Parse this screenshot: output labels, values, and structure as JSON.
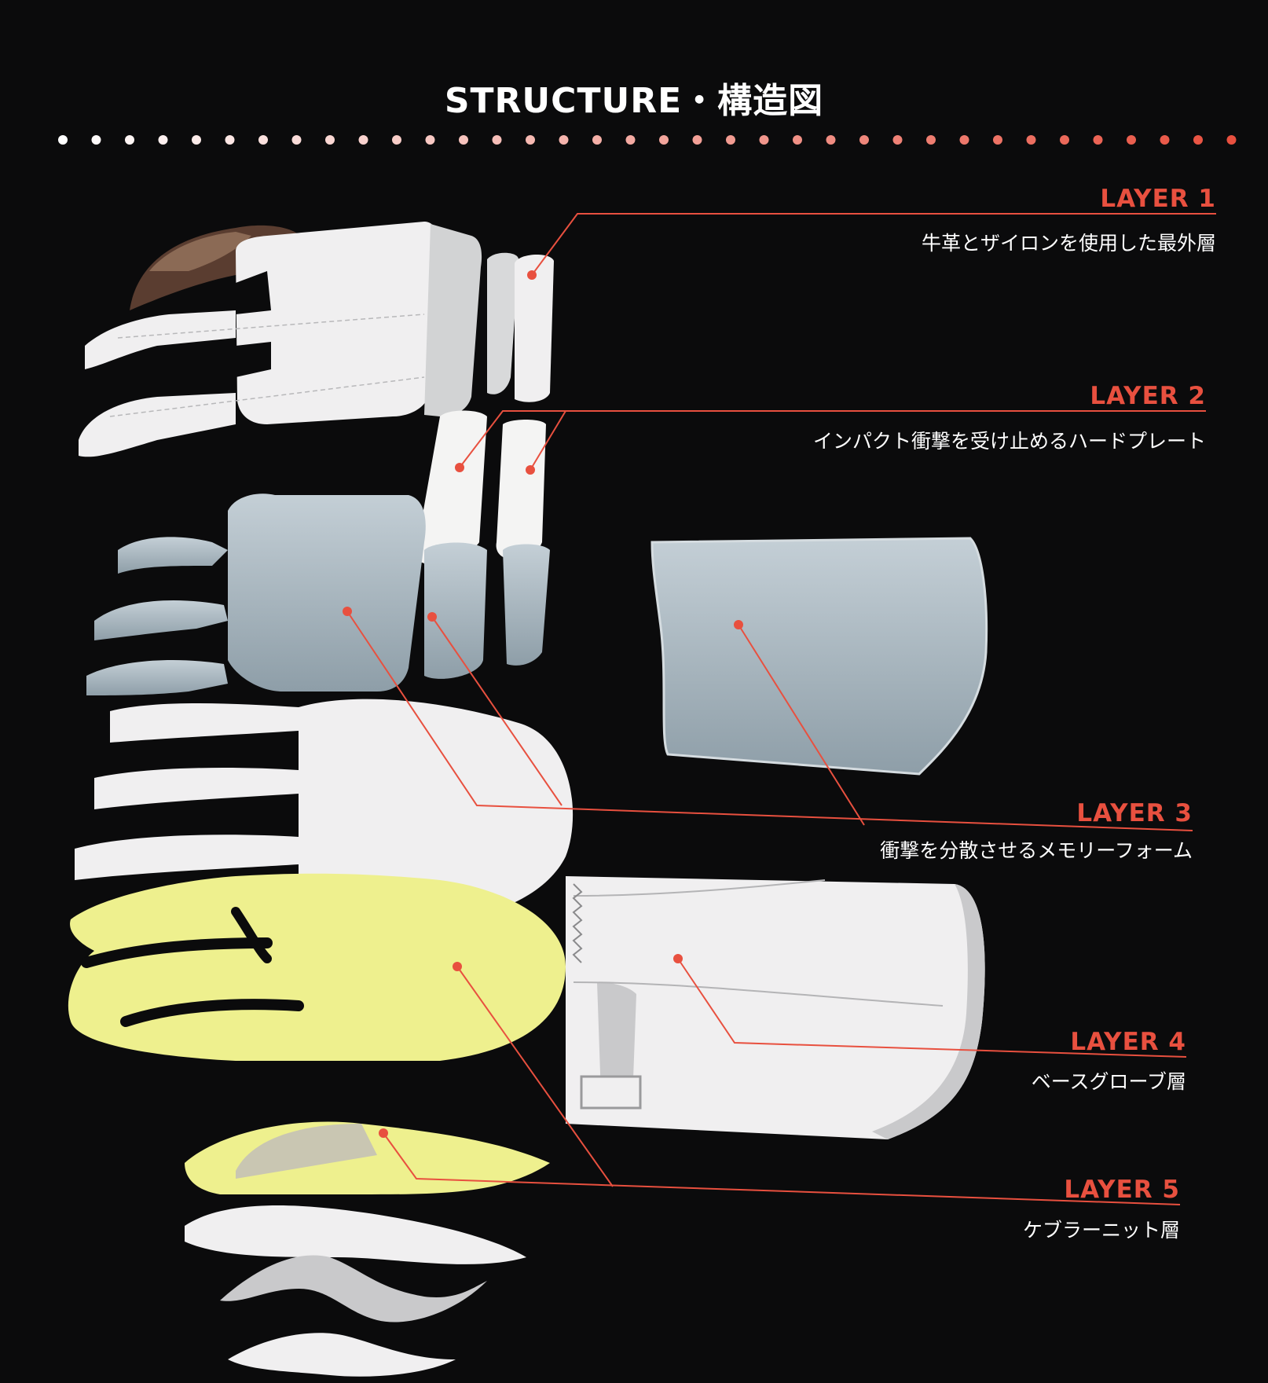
{
  "title": "STRUCTURE・構造図",
  "colors": {
    "background": "#0b0b0c",
    "accent": "#e8503f",
    "leather": "#f0eff0",
    "plate": "#f4f4f3",
    "foam": "#aab7c0",
    "kevlar": "#eef08e",
    "leather_dark": "#6a4a3a"
  },
  "layers": [
    {
      "label": "LAYER 1",
      "description": "牛革とザイロンを使用した最外層"
    },
    {
      "label": "LAYER 2",
      "description": "インパクト衝撃を受け止めるハードプレート"
    },
    {
      "label": "LAYER 3",
      "description": "衝撃を分散させるメモリーフォーム"
    },
    {
      "label": "LAYER 4",
      "description": "ベースグローブ層"
    },
    {
      "label": "LAYER 5",
      "description": "ケブラーニット層"
    }
  ]
}
